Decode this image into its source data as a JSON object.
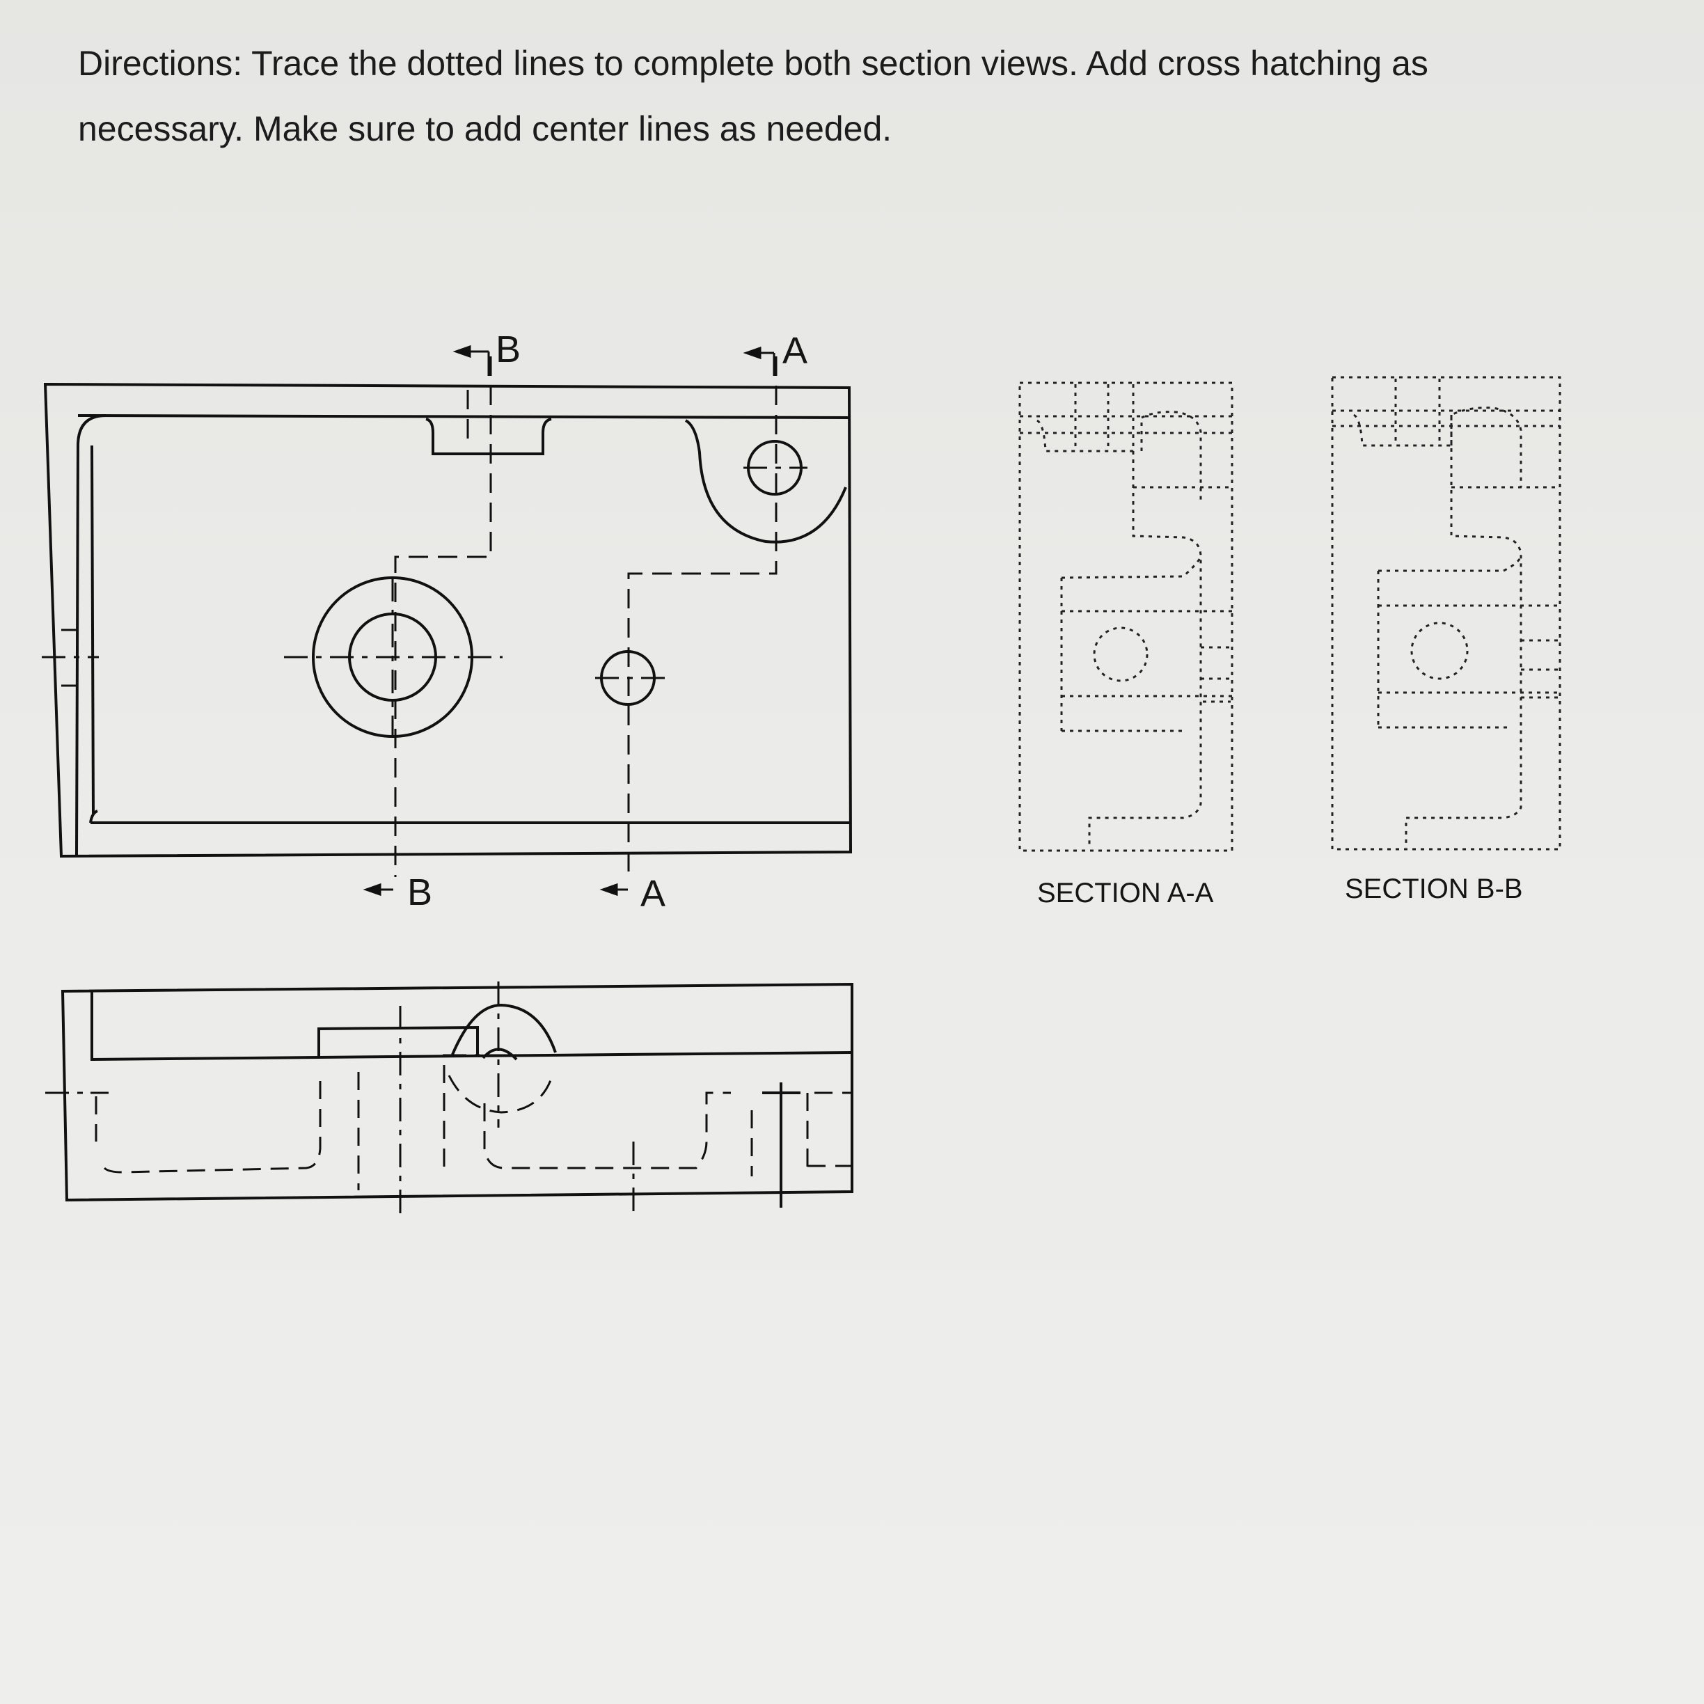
{
  "directions": {
    "line1": "Directions: Trace the dotted lines to complete both section views. Add cross hatching as",
    "line2": "necessary. Make sure to add center lines as needed."
  },
  "cutting_planes": {
    "b_top": "B",
    "a_top": "A",
    "b_bottom": "B",
    "a_bottom": "A"
  },
  "sections": {
    "a_title": "SECTION A-A",
    "b_title": "SECTION B-B"
  },
  "colors": {
    "line": "#111111",
    "paper": "#ebebe9"
  }
}
